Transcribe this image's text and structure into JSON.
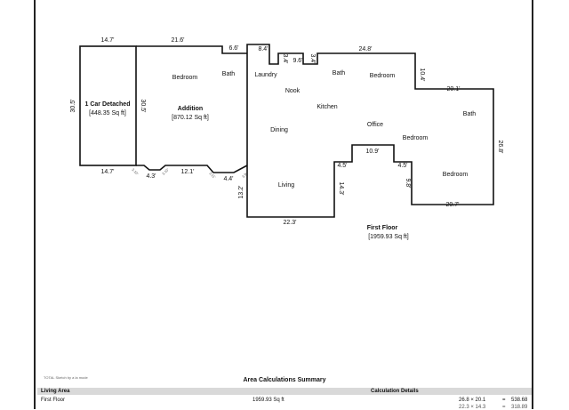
{
  "rooms": {
    "car": "1 Car Detached",
    "car_area": "[448.35 Sq ft]",
    "addition": "Addition",
    "addition_area": "[870.12 Sq ft]",
    "bedroom_addition": "Bedroom",
    "bath_addition": "Bath",
    "laundry": "Laundry",
    "nook": "Nook",
    "bath_main": "Bath",
    "bedroom_top": "Bedroom",
    "kitchen": "Kitchen",
    "dining": "Dining",
    "office": "Office",
    "bedroom_mid": "Bedroom",
    "bath_right": "Bath",
    "bedroom_right": "Bedroom",
    "living": "Living",
    "first_floor": "First Floor",
    "first_floor_area": "[1959.93 Sq ft]"
  },
  "dims": {
    "d_14_7_top": "14.7'",
    "d_21_6": "21.6'",
    "d_6_6": "6.6'",
    "d_8_4": "8.4'",
    "d_3_4a": "3.4'",
    "d_9_6": "9.6'",
    "d_3_4b": "3.4'",
    "d_24_8": "24.8'",
    "d_10_4": "10.4'",
    "d_20_1": "20.1'",
    "d_26_8": "26.8'",
    "d_30_5a": "30.5'",
    "d_30_5b": "30.5'",
    "d_14_7_bot": "14.7'",
    "d_3_10a": "3.10'",
    "d_4_3": "4.3'",
    "d_3_10b": "3.10'",
    "d_12_1": "12.1'",
    "d_3_11": "3.11'",
    "d_4_4": "4.4'",
    "d_3_9": "3.9'",
    "d_13_2": "13.2'",
    "d_10_9": "10.9'",
    "d_4_5a": "4.5'",
    "d_4_5b": "4.5'",
    "d_14_3": "14.3'",
    "d_9_8": "9.8'",
    "d_20_7": "20.7'",
    "d_22_3": "22.3'"
  },
  "credit": "TOTAL Sketch by a la mode",
  "summary": {
    "title": "Area Calculations Summary",
    "col_living": "Living Area",
    "col_calc": "Calculation Details",
    "row_name": "First Floor",
    "row_area": "1959.93 Sq ft",
    "calc1": "26.8 × 20.1",
    "calc1_eq": "=",
    "calc1_val": "538.68",
    "calc2": "22.3 × 14.3",
    "calc2_eq": "=",
    "calc2_val": "318.89"
  }
}
